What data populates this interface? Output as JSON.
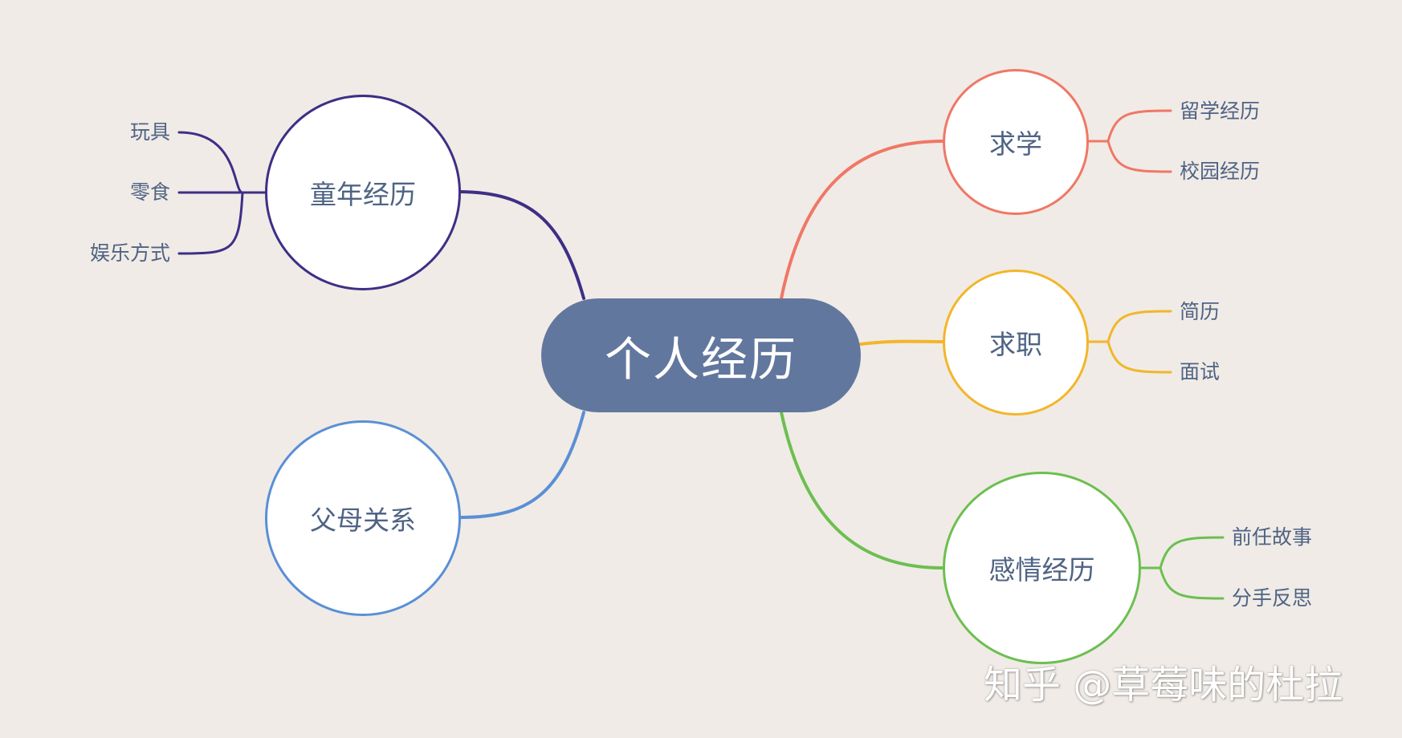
{
  "center": {
    "label": "个人经历",
    "color": "#62779e"
  },
  "topics": [
    {
      "id": "childhood",
      "label": "童年经历",
      "color": "#3d2f86",
      "leaves": [
        "玩具",
        "零食",
        "娱乐方式"
      ]
    },
    {
      "id": "parents",
      "label": "父母关系",
      "color": "#5a8fd6",
      "leaves": []
    },
    {
      "id": "study",
      "label": "求学",
      "color": "#f07766",
      "leaves": [
        "留学经历",
        "校园经历"
      ]
    },
    {
      "id": "job",
      "label": "求职",
      "color": "#f2b62a",
      "leaves": [
        "简历",
        "面试"
      ]
    },
    {
      "id": "love",
      "label": "感情经历",
      "color": "#6cbf50",
      "leaves": [
        "前任故事",
        "分手反思"
      ]
    }
  ],
  "watermark": "知乎 @草莓味的杜拉"
}
